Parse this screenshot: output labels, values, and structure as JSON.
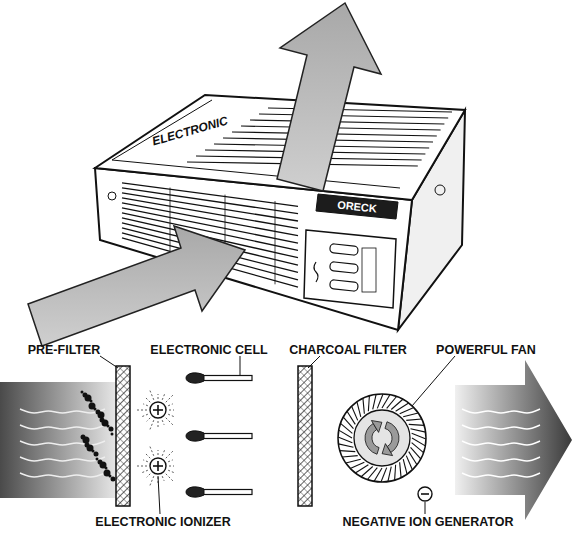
{
  "diagram": {
    "labels": [
      "ELECTRONIC",
      "ORECK",
      "PRE-FILTER",
      "ELECTRONIC CELL",
      "CHARCOAL FILTER",
      "POWERFUL FAN",
      "ELECTRONIC IONIZER",
      "NEGATIVE ION GENERATOR"
    ]
  }
}
